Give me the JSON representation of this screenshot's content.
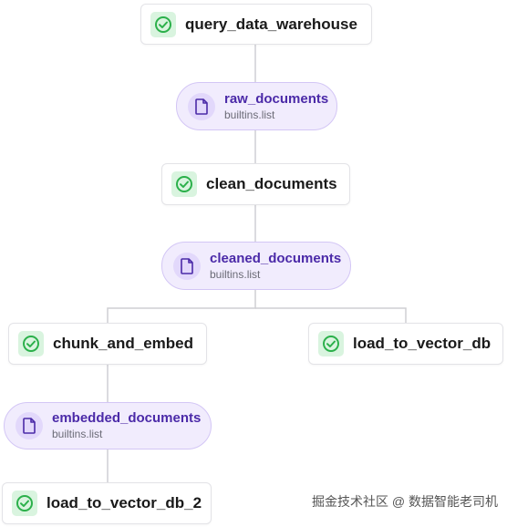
{
  "steps": {
    "query_data_warehouse": "query_data_warehouse",
    "clean_documents": "clean_documents",
    "chunk_and_embed": "chunk_and_embed",
    "load_to_vector_db": "load_to_vector_db",
    "load_to_vector_db_2": "load_to_vector_db_2"
  },
  "artifacts": {
    "raw_documents": {
      "name": "raw_documents",
      "type": "builtins.list"
    },
    "cleaned_documents": {
      "name": "cleaned_documents",
      "type": "builtins.list"
    },
    "embedded_documents": {
      "name": "embedded_documents",
      "type": "builtins.list"
    }
  },
  "watermark": "掘金技术社区 @ 数据智能老司机",
  "colors": {
    "step_check_bg": "#d9f4df",
    "step_check": "#2bb04a",
    "artifact_bg": "#f1ecfd",
    "artifact_border": "#d3c6f5",
    "artifact_text": "#4b2aa8",
    "edge": "#cfcfd4"
  },
  "icons": {
    "step_status": "check-circle-icon",
    "artifact": "document-icon"
  }
}
